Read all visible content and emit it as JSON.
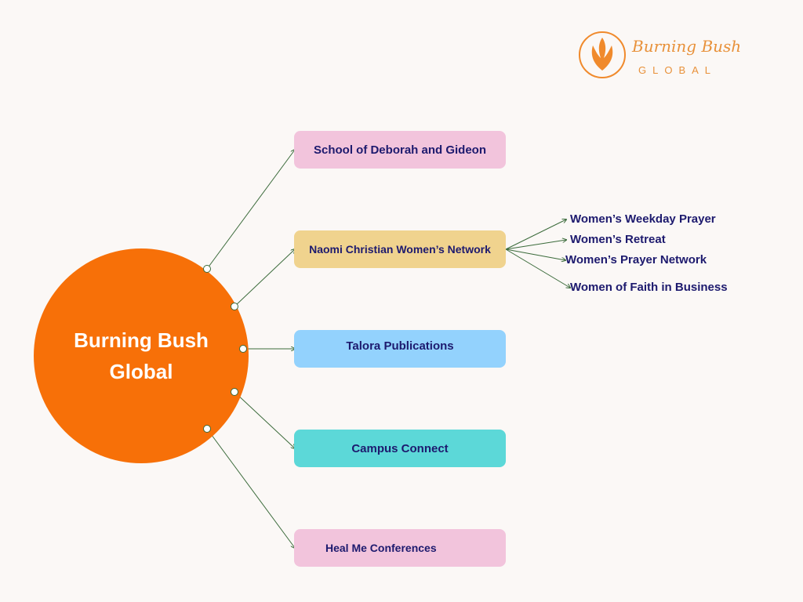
{
  "logo": {
    "script": "Burning Bush",
    "sub": "GLOBAL",
    "icon": "flame-leaf-icon"
  },
  "center": {
    "label": "Burning Bush Global",
    "color": "#f77008"
  },
  "branches": [
    {
      "label": "School of Deborah and  Gideon",
      "color": "#f2c4dc"
    },
    {
      "label": "Naomi Christian Women’s Network",
      "color": "#f0d38e"
    },
    {
      "label": "Talora Publications",
      "color": "#93d2fd"
    },
    {
      "label": "Campus Connect",
      "color": "#5cd8d8"
    },
    {
      "label": "Heal Me Conferences",
      "color": "#f2c4dc"
    }
  ],
  "sub_branches": [
    {
      "label": "Women’s Weekday Prayer"
    },
    {
      "label": "Women’s Retreat"
    },
    {
      "label": "Women’s Prayer Network"
    },
    {
      "label": "Women of Faith in Business"
    }
  ]
}
